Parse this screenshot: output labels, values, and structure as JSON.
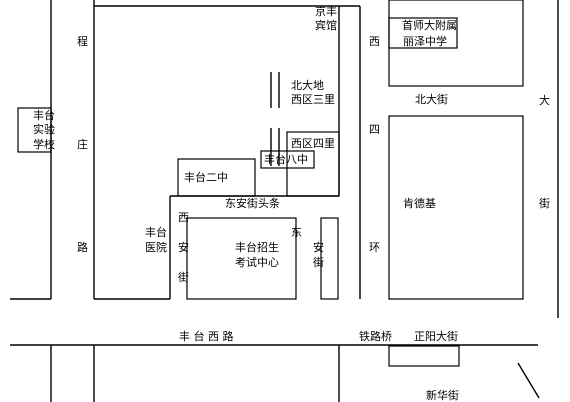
{
  "labels": {
    "jingfeng_1": "京丰",
    "jingfeng_2": "宾馆",
    "capital_normal_1": "首师大附属",
    "capital_normal_2": "丽泽中学",
    "beidadi_1": "北大地",
    "beidadi_2": "西区三里",
    "beidajie": "北大街",
    "fengtai_exp_1": "丰台",
    "fengtai_exp_2": "实验",
    "fengtai_exp_3": "学校",
    "xiqu_sili": "西区四里",
    "fengtai_no8": "丰台八中",
    "fengtai_no2": "丰台二中",
    "kendeji": "肯德基",
    "dongan_toutiao": "东安街头条",
    "fengtai_hospital_1": "丰台",
    "fengtai_hospital_2": "医院",
    "exam_center_1": "丰台招生",
    "exam_center_2": "考试中心",
    "fengtai_xilu": "丰 台 西 路",
    "tieluqiao": "铁路桥",
    "zhengyang_dajie": "正阳大街",
    "xinhua_jie": "新华街",
    "cheng": "程",
    "zhuang": "庄",
    "lu": "路",
    "xi_ring": "西",
    "si_ring": "四",
    "huan_ring": "环",
    "da": "大",
    "jie": "街",
    "xi_an_1": "西",
    "xi_an_2": "安",
    "xi_an_3": "街",
    "dong_an_1": "东",
    "dong_an_2": "安",
    "dong_an_3": "街"
  }
}
